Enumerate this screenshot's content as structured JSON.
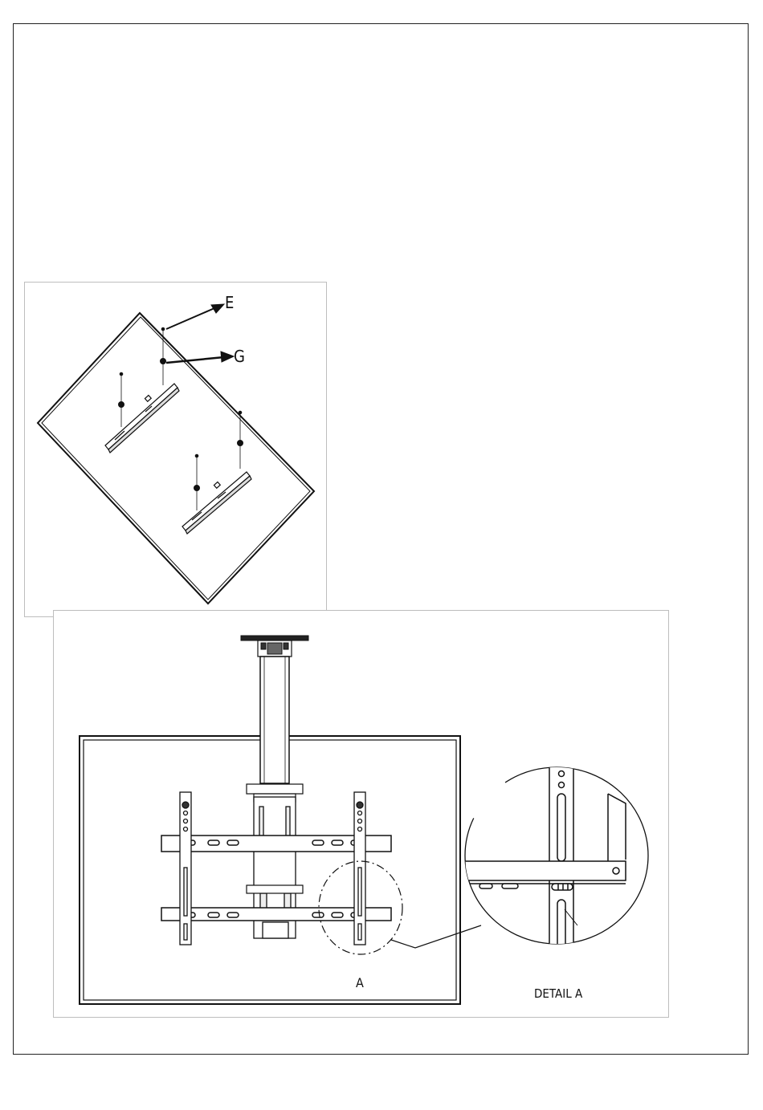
{
  "diagram_top": {
    "callouts": {
      "E": "E",
      "G": "G"
    }
  },
  "diagram_bottom": {
    "detail_marker": "A",
    "detail_caption": "DETAIL A"
  }
}
